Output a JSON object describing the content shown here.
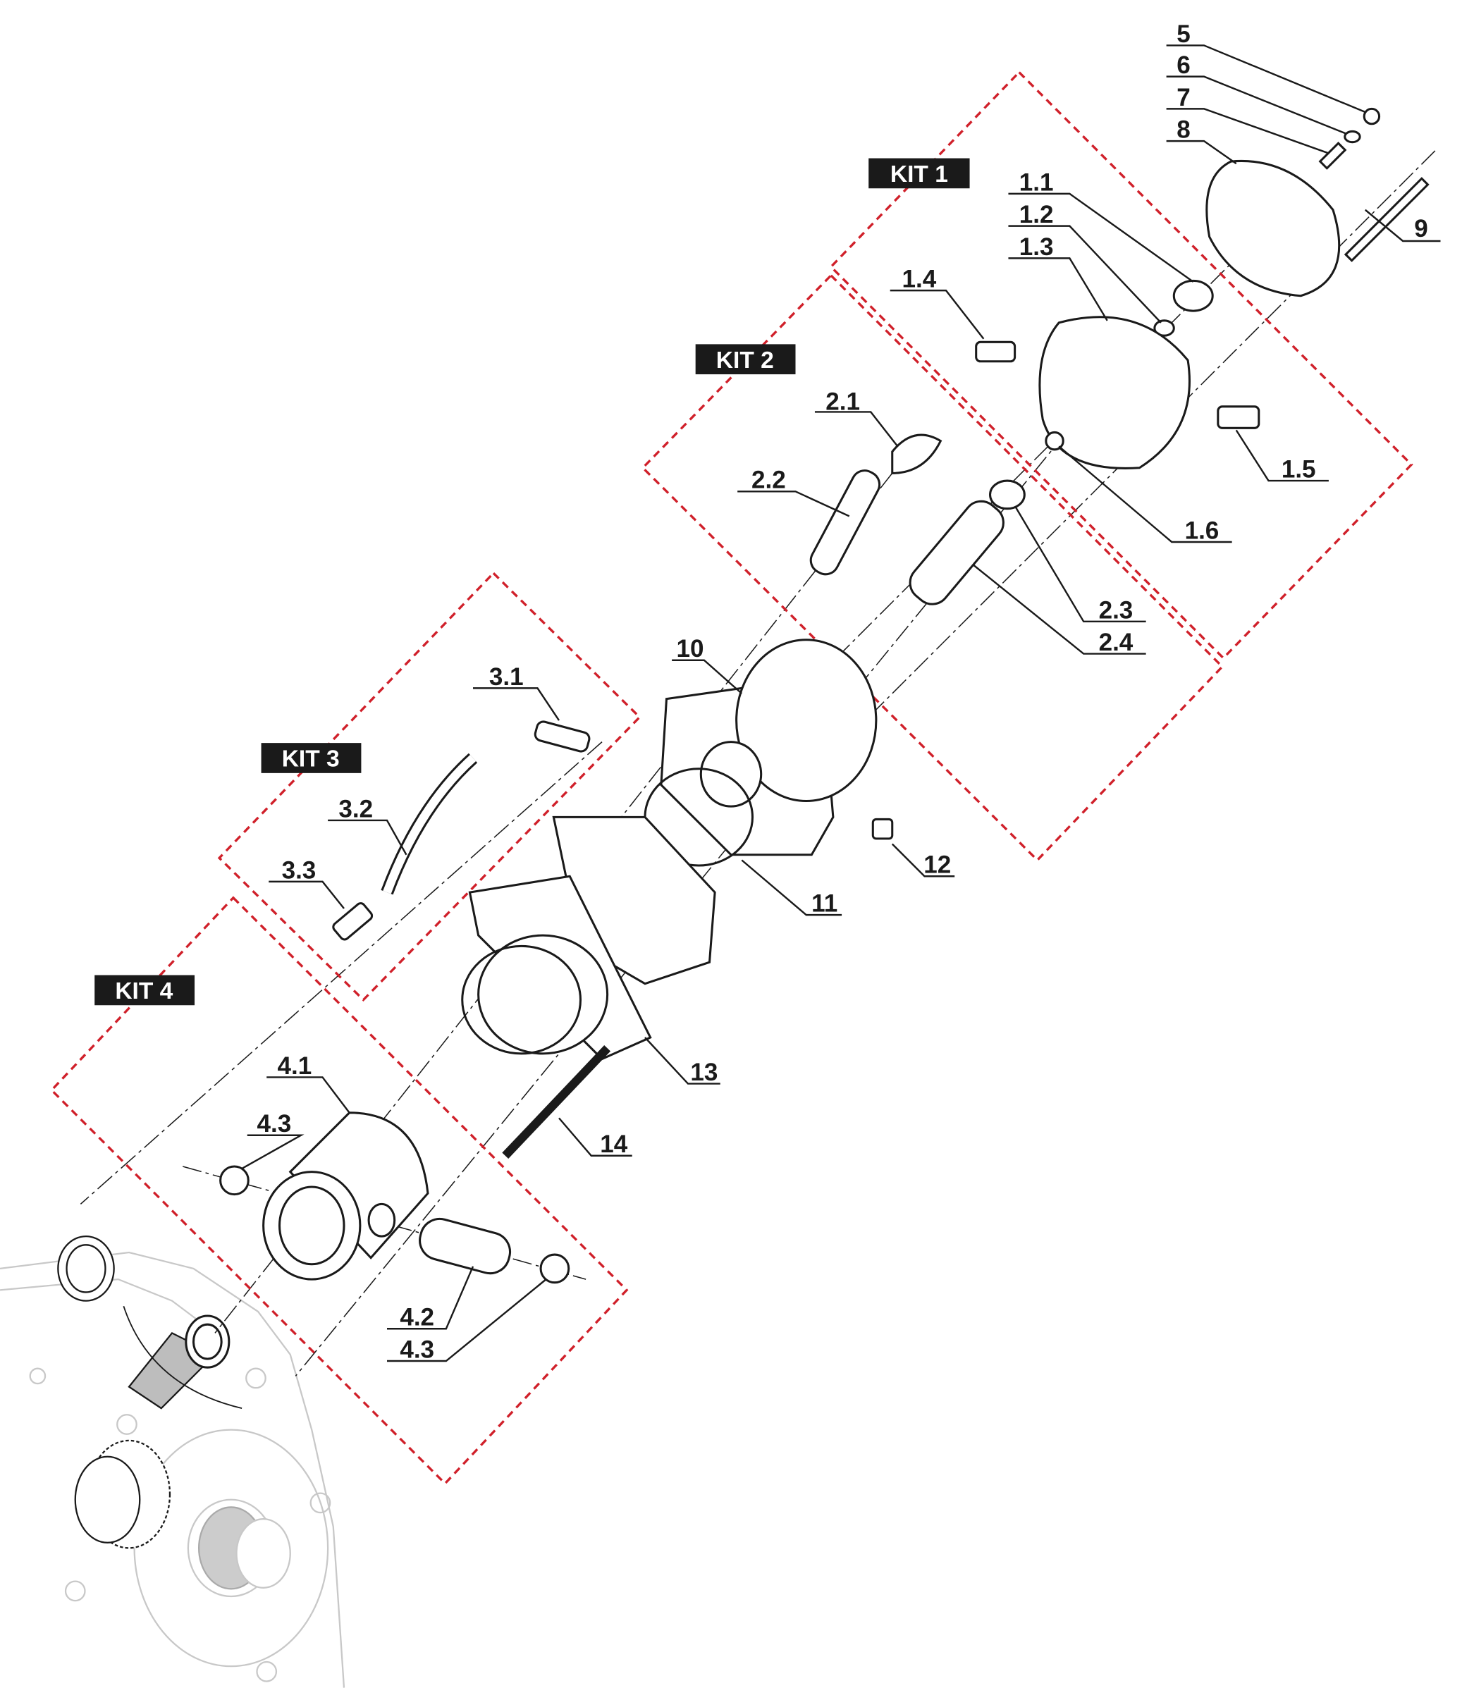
{
  "kits": [
    "KIT 1",
    "KIT 2",
    "KIT 3",
    "KIT 4"
  ],
  "labels": {
    "p5": "5",
    "p6": "6",
    "p7": "7",
    "p8": "8",
    "p9": "9",
    "p1_1": "1.1",
    "p1_2": "1.2",
    "p1_3": "1.3",
    "p1_4": "1.4",
    "p1_5": "1.5",
    "p1_6": "1.6",
    "p2_1": "2.1",
    "p2_2": "2.2",
    "p2_3": "2.3",
    "p2_4": "2.4",
    "p3_1": "3.1",
    "p3_2": "3.2",
    "p3_3": "3.3",
    "p4_1": "4.1",
    "p4_2": "4.2",
    "p4_3a": "4.3",
    "p4_3b": "4.3",
    "p10": "10",
    "p11": "11",
    "p12": "12",
    "p13": "13",
    "p14": "14"
  },
  "colors": {
    "kit_outline": "#d0202a",
    "kit_badge": "#1a1a1a"
  }
}
